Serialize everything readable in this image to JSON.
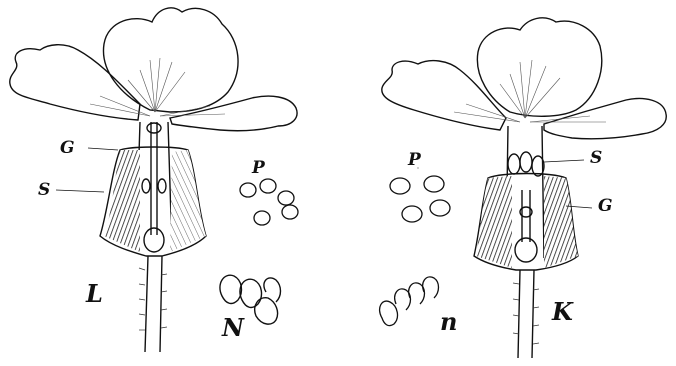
{
  "figure": {
    "flower_left": {
      "labels": {
        "G": "G",
        "S": "S",
        "L": "L"
      }
    },
    "flower_right": {
      "labels": {
        "S": "S",
        "G": "G",
        "K": "K"
      }
    },
    "pollen_left": {
      "label": "P"
    },
    "pollen_right": {
      "label": "P"
    },
    "stigma_cells_left": {
      "label": "N"
    },
    "stigma_cells_right": {
      "label": "n"
    }
  }
}
